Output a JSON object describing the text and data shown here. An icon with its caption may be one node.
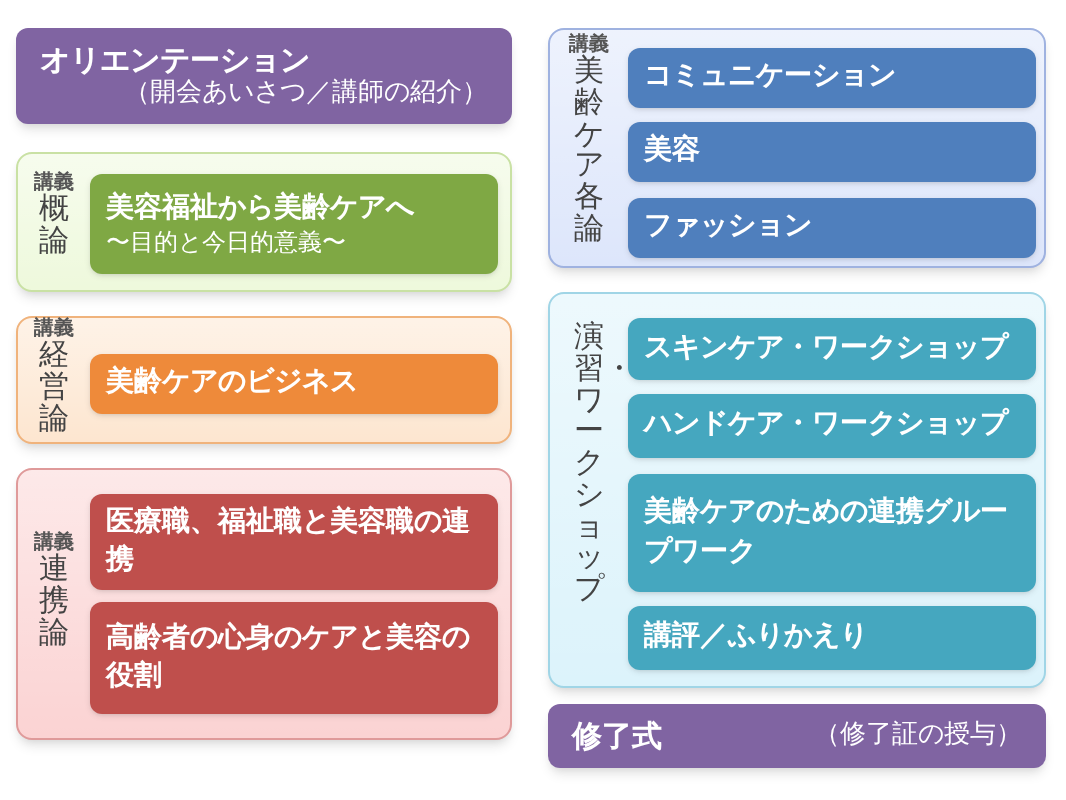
{
  "diagram": {
    "nodes": [
      {
        "text": [
          "オリエンテーション",
          "（開会あいさつ／講師の紹介）"
        ]
      },
      {
        "text": [
          "講義",
          "概論"
        ]
      },
      {
        "text": [
          "美容福祉から美齢ケアへ",
          "〜目的と今日的意義〜"
        ],
        "in": 1
      },
      {
        "text": [
          "講義",
          "経営論"
        ]
      },
      {
        "text": [
          "美齢ケアのビジネス"
        ],
        "in": 3
      },
      {
        "text": [
          "講義",
          "連携論"
        ]
      },
      {
        "text": [
          "医療職、福祉職と美容職の連携"
        ],
        "in": 5
      },
      {
        "text": [
          "高齢者の心身のケアと美容の役割"
        ],
        "in": 5
      },
      {
        "text": [
          "講義",
          "美齢ケア各論"
        ]
      },
      {
        "text": [
          "コミュニケーション"
        ],
        "in": 8
      },
      {
        "text": [
          "美容"
        ],
        "in": 8
      },
      {
        "text": [
          "ファッション"
        ],
        "in": 8
      },
      {
        "text": [
          "演習・ワークショップ"
        ]
      },
      {
        "text": [
          "スキンケア・ワークショップ"
        ],
        "in": 12
      },
      {
        "text": [
          "ハンドケア・ワークショップ"
        ],
        "in": 12
      },
      {
        "text": [
          "美齢ケアのための連携グループワーク"
        ],
        "in": 12
      },
      {
        "text": [
          "講評／ふりかえり"
        ],
        "in": 12
      },
      {
        "text": [
          "修了式",
          "（修了証の授与）"
        ]
      }
    ]
  }
}
